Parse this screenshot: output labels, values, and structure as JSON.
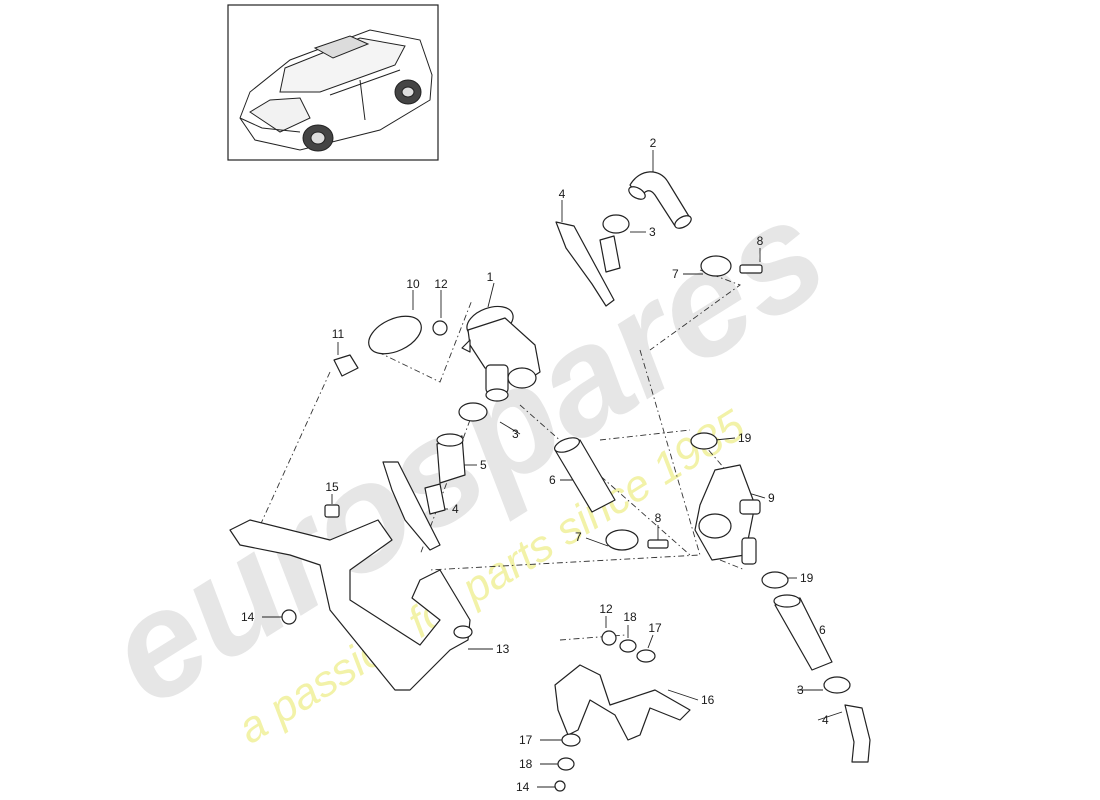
{
  "watermark": {
    "logo_text": "eurospares",
    "tagline": "a passion for parts since 1985",
    "logo_color": "#e6e6e6",
    "tagline_color": "#f2f2a8"
  },
  "thumbnail": {
    "icon": "vehicle-suv-icon"
  },
  "callouts": [
    "1",
    "2",
    "3",
    "3",
    "3",
    "4",
    "4",
    "4",
    "5",
    "6",
    "6",
    "7",
    "7",
    "8",
    "8",
    "9",
    "10",
    "11",
    "12",
    "12",
    "13",
    "14",
    "14",
    "15",
    "16",
    "17",
    "17",
    "18",
    "18",
    "19",
    "19"
  ]
}
